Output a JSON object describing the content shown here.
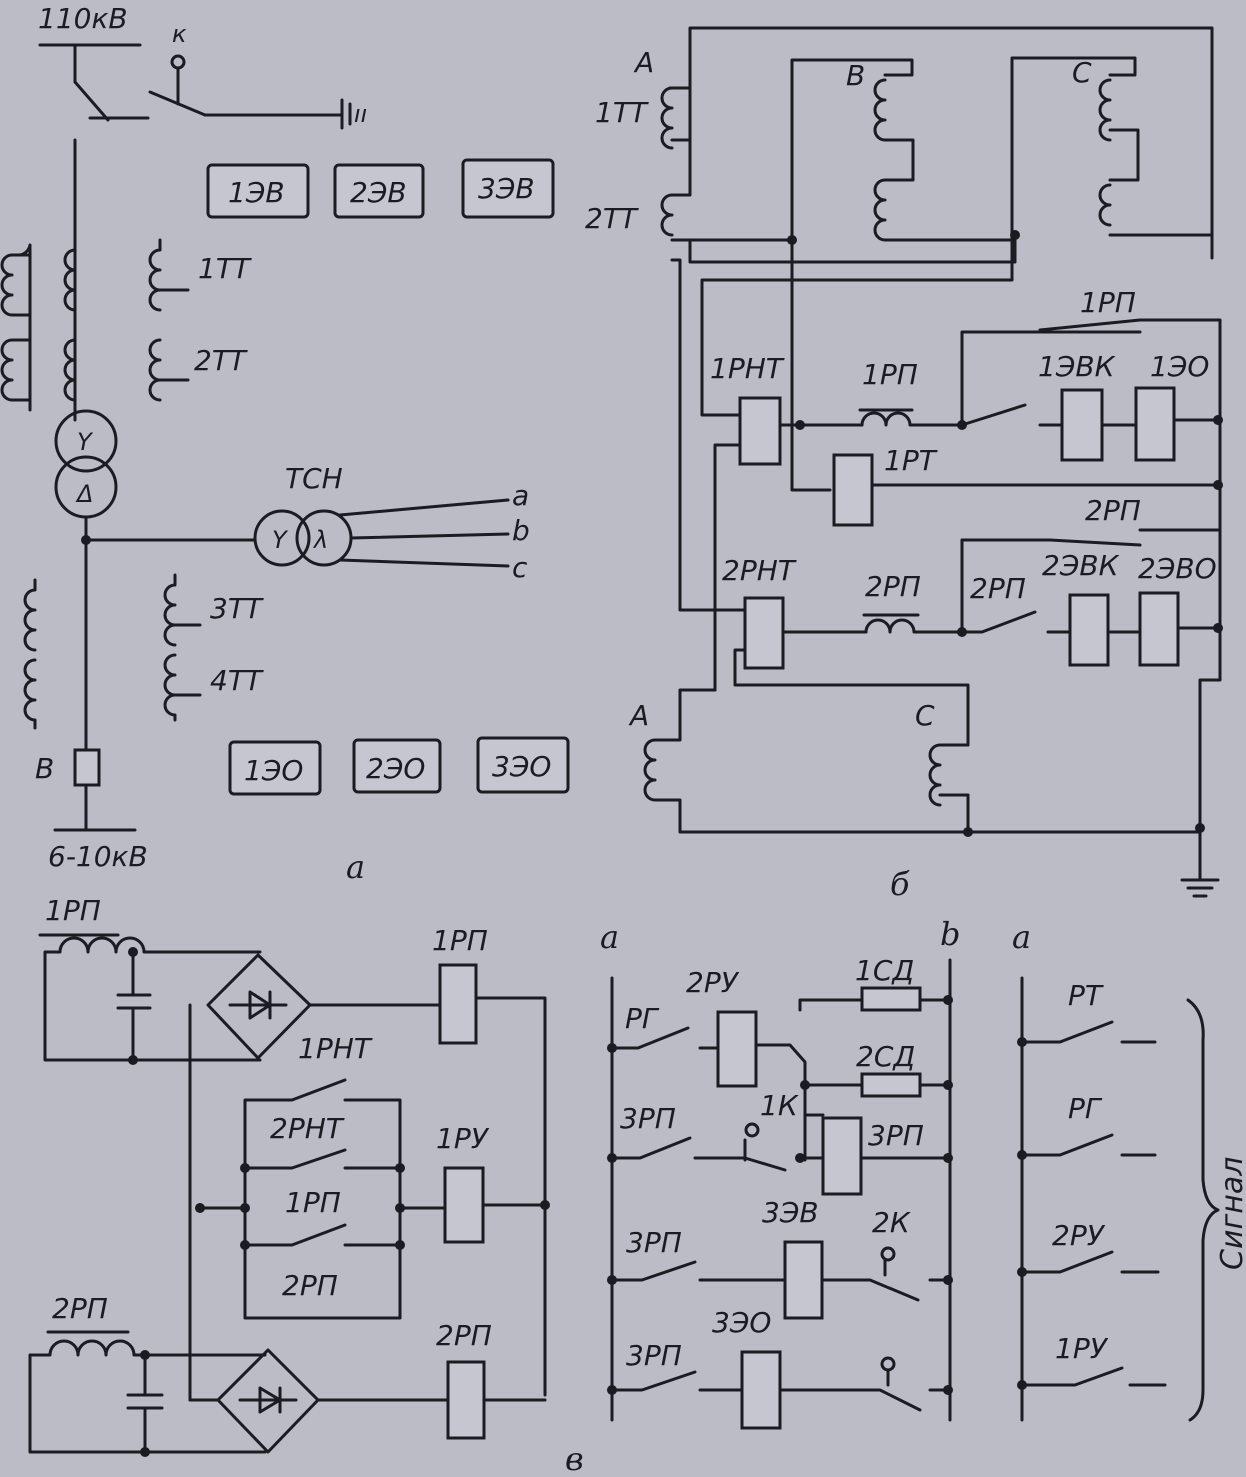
{
  "panel_a": {
    "caption": "а",
    "hv_bus": "110кВ",
    "lv_bus": "6-10кВ",
    "breaker": "В",
    "aux_transformer": "ТСН",
    "phases": [
      "a",
      "b",
      "c"
    ],
    "ct_1": "1ТТ",
    "ct_2": "2ТТ",
    "ct_3": "3ТТ",
    "ct_4": "4ТТ",
    "top_relays": [
      "1ЭВ",
      "2ЭВ",
      "3ЭВ"
    ],
    "bottom_relays": [
      "1ЭО",
      "2ЭО",
      "3ЭО"
    ],
    "winding_hv": "Y",
    "winding_lv": "Δ",
    "tsn_w1": "Y",
    "tsn_w2": "λ",
    "switch_mark": "к",
    "ground_mark": "ıı"
  },
  "panel_b": {
    "caption": "б",
    "phase_a": "А",
    "phase_b": "В",
    "phase_c": "С",
    "ct_1": "1ТТ",
    "ct_2": "2ТТ",
    "rnt_1": "1РНТ",
    "rnt_2": "2РНТ",
    "rp_1_coil": "1РП",
    "rp_1_contact": "1РП",
    "rp_2_coil": "2РП",
    "rp_2_contact_top": "2РП",
    "rp_2_contact": "2РП",
    "rt_1": "1РТ",
    "coil_1evk": "1ЭВК",
    "coil_1eo": "1ЭО",
    "coil_2evk": "2ЭВК",
    "coil_2evo": "2ЭВО",
    "phase_a_low": "А",
    "phase_c_low": "С"
  },
  "panel_v": {
    "caption": "в",
    "rp1_choke": "1РП",
    "rp1_relay": "1РП",
    "rnt1_contact": "1РНТ",
    "rnt2_contact": "2РНТ",
    "rp1_contact": "1РП",
    "rp2_contact": "2РП",
    "ru1": "1РУ",
    "rp2_choke": "2РП",
    "rp2_relay": "2РП"
  },
  "panel_g": {
    "bus_a": "а",
    "bus_b": "b",
    "rg": "РГ",
    "ru2": "2РУ",
    "sd1": "1СД",
    "sd2": "2СД",
    "rp3_contact_1": "3РП",
    "k1": "1К",
    "rp3_coil": "3РП",
    "ev3": "3ЭВ",
    "k2": "2К",
    "rp3_contact_2": "3РП",
    "rp3_contact_3": "3РП",
    "eo3": "3ЭО"
  },
  "panel_s": {
    "bus_a": "а",
    "items": [
      "РТ",
      "РГ",
      "2РУ",
      "1РУ"
    ],
    "signal": "Сигнал"
  }
}
